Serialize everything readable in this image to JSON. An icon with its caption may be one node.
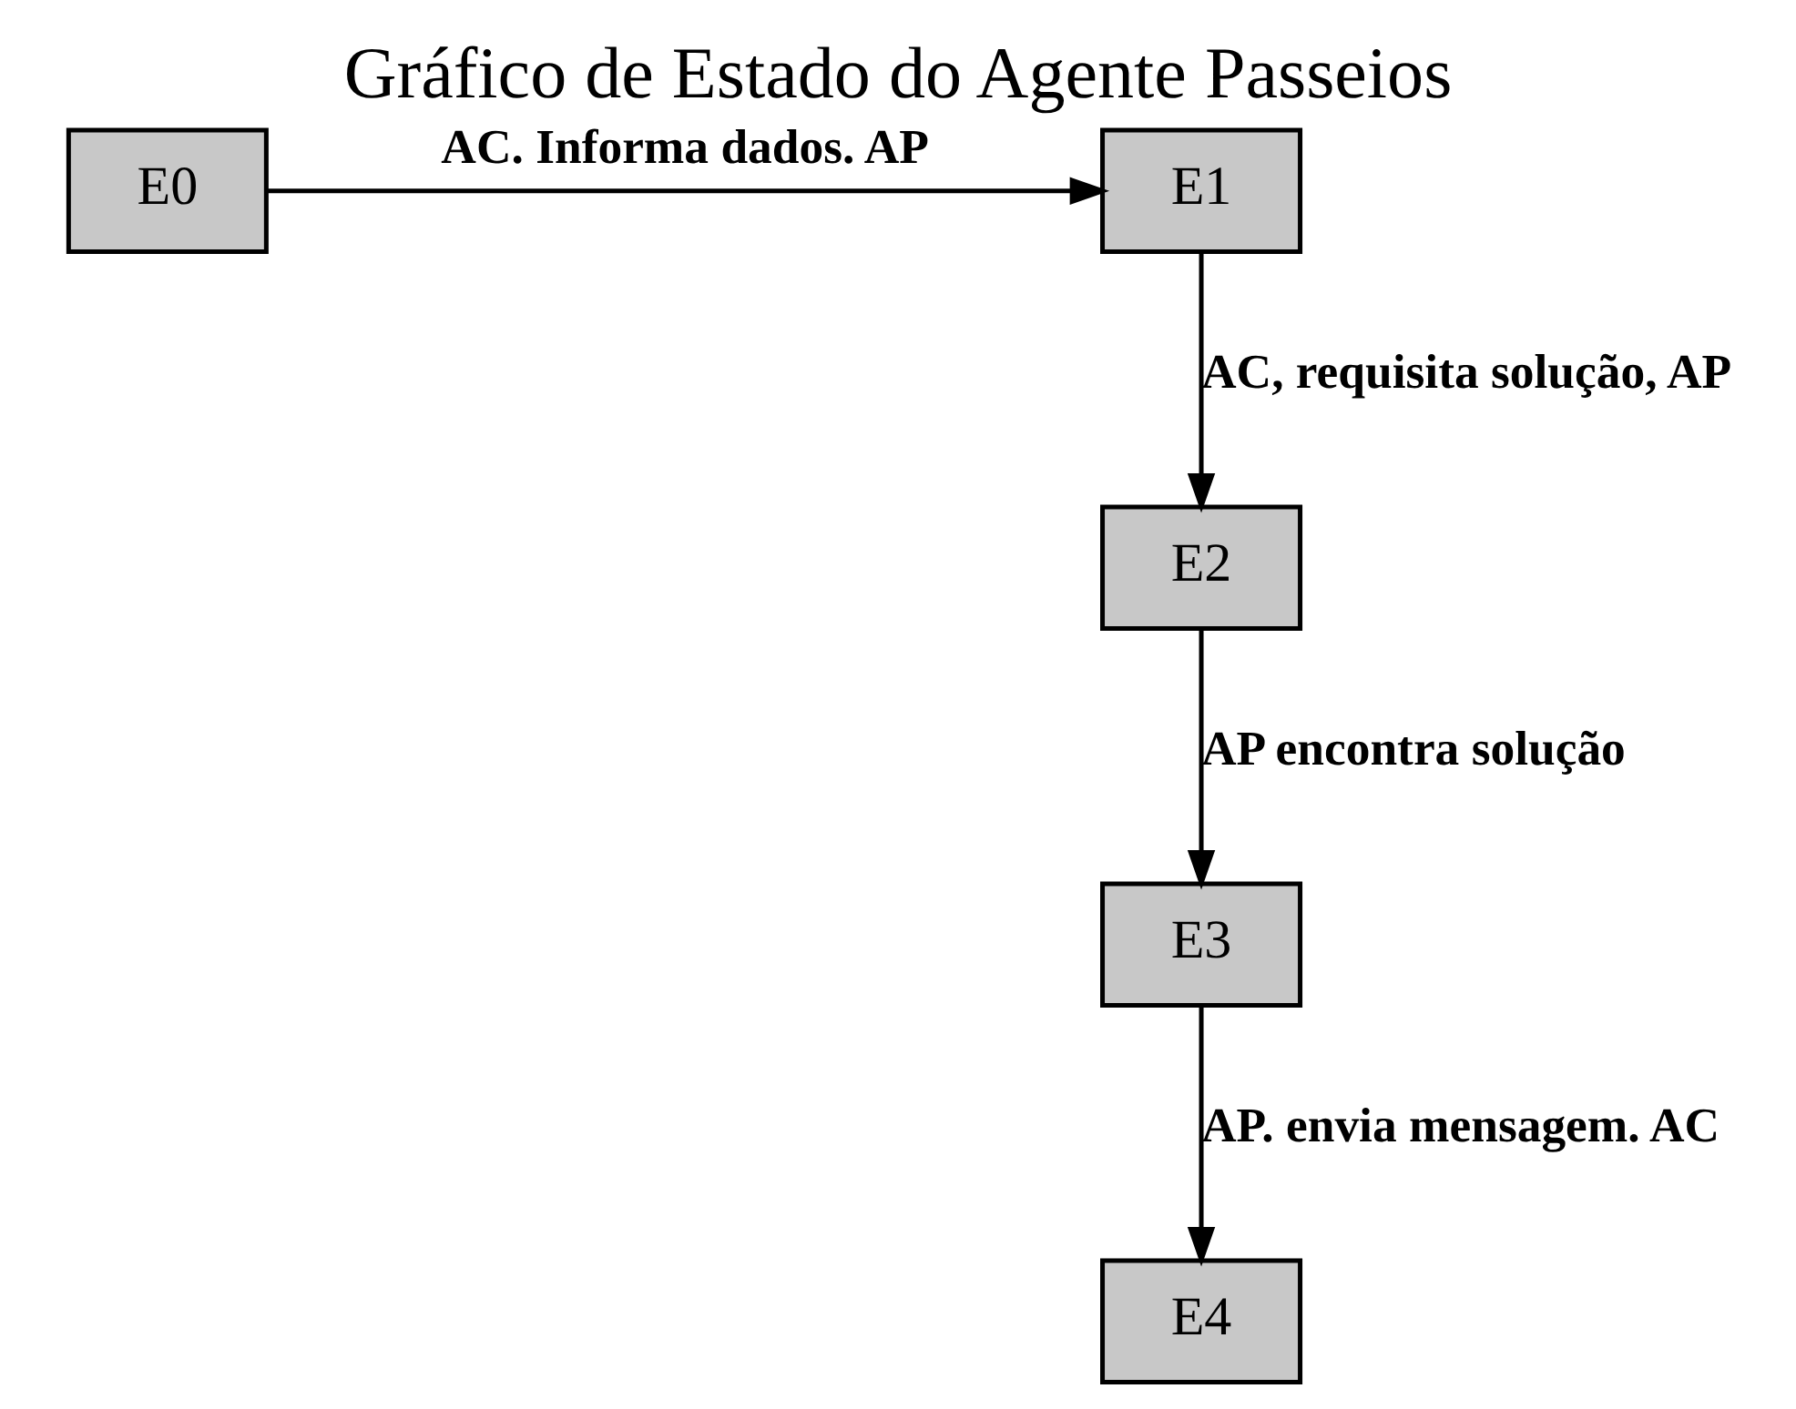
{
  "diagram": {
    "title": "Gráfico de Estado do Agente Passeios",
    "nodes": [
      {
        "text": [
          "E0"
        ]
      },
      {
        "text": [
          "E1"
        ]
      },
      {
        "text": [
          "E2"
        ]
      },
      {
        "text": [
          "E3"
        ]
      },
      {
        "text": [
          "E4"
        ]
      }
    ],
    "edges": [
      {
        "from": 0,
        "to": 1,
        "arrow": "to",
        "label": "AC. Informa dados. AP"
      },
      {
        "from": 1,
        "to": 2,
        "arrow": "to",
        "label": "AC, requisita solução, AP"
      },
      {
        "from": 2,
        "to": 3,
        "arrow": "to",
        "label": "AP encontra solução"
      },
      {
        "from": 3,
        "to": 4,
        "arrow": "to",
        "label": "AP. envia mensagem. AC"
      }
    ]
  }
}
